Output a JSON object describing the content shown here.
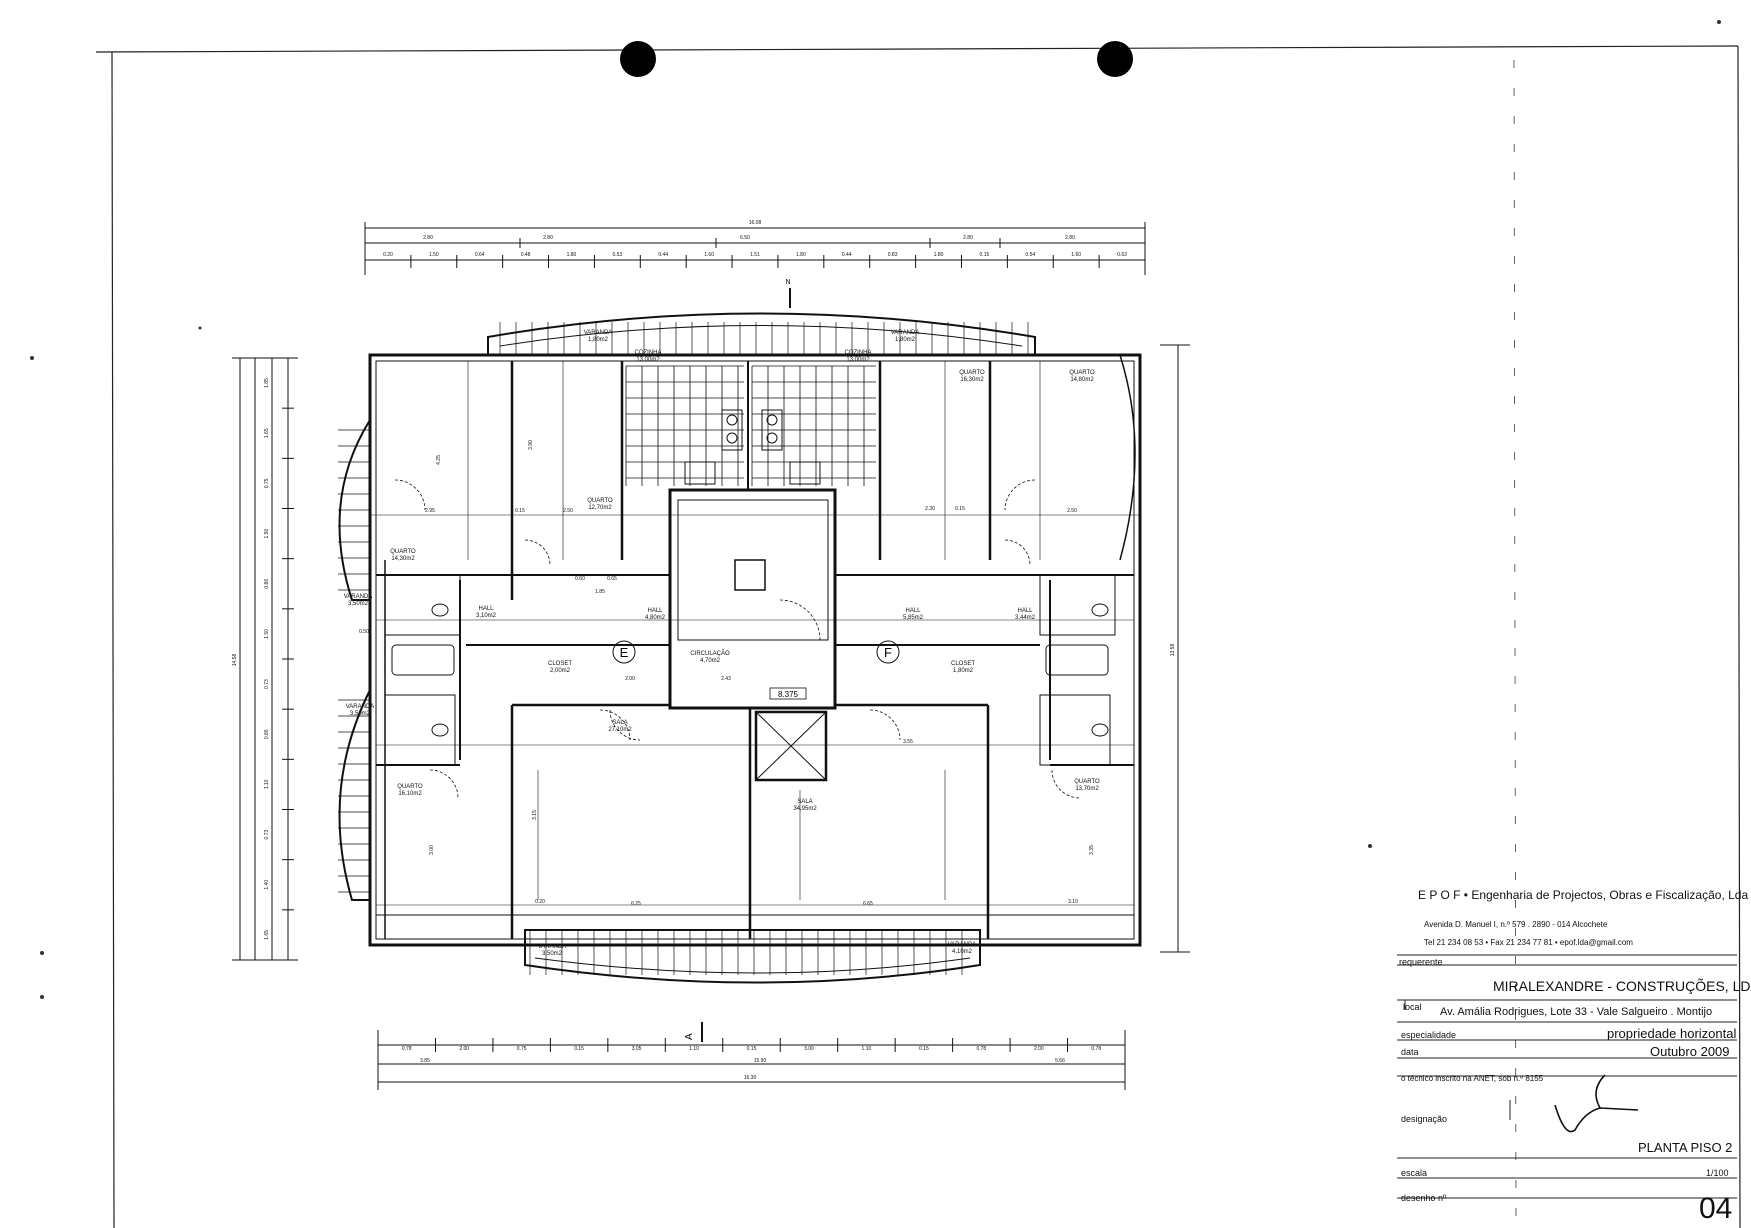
{
  "title_block": {
    "firm_line": "E P O F  •  Engenharia de Projectos, Obras e Fiscalização, Lda",
    "address_line": "Avenida D. Manuel I, n.º 579 . 2890 - 014 Alcochete",
    "contact_line": "Tel 21 234 08 53 • Fax 21 234 77 81 • epof.lda@gmail.com",
    "requerente_label": "requerente",
    "requerente": "MIRALEXANDRE - CONSTRUÇÕES, LDA",
    "local_label": "local",
    "local": "Av. Amália Rodrigues, Lote 33 - Vale Salgueiro . Montijo",
    "especialidade_label": "especialidade",
    "especialidade": "propriedade horizontal",
    "data_label": "data",
    "data": "Outubro 2009",
    "tecnico": "o técnico inscrito na ANET, sob n.º 8155",
    "designacao_label": "designação",
    "designacao": "PLANTA PISO 2",
    "escala_label": "escala",
    "escala": "1/100",
    "desenho_label": "desenho nº",
    "desenho": "04"
  },
  "plan": {
    "north": "N",
    "unit_e": "E",
    "unit_f": "F",
    "cut_label": "A",
    "level": "8.375",
    "rooms": [
      {
        "name": "VARANDA",
        "area": "1,80m2"
      },
      {
        "name": "COZINHA",
        "area": "13,00m2"
      },
      {
        "name": "COZINHA",
        "area": "13,00m2"
      },
      {
        "name": "VARANDA",
        "area": "1,80m2"
      },
      {
        "name": "QUARTO",
        "area": "16,30m2"
      },
      {
        "name": "QUARTO",
        "area": "14,80m2"
      },
      {
        "name": "QUARTO",
        "area": "12,70m2"
      },
      {
        "name": "QUARTO",
        "area": "14,30m2"
      },
      {
        "name": "VARANDA",
        "area": "3,50m2"
      },
      {
        "name": "HALL",
        "area": "3,10m2"
      },
      {
        "name": "HALL",
        "area": "4,80m2"
      },
      {
        "name": "HALL",
        "area": "5,85m2"
      },
      {
        "name": "HALL",
        "area": "3,44m2"
      },
      {
        "name": "CLOSET",
        "area": "2,00m2"
      },
      {
        "name": "CIRCULAÇÃO",
        "area": "4,70m2"
      },
      {
        "name": "CLOSET",
        "area": "1,80m2"
      },
      {
        "name": "VARANDA",
        "area": "3,50m2"
      },
      {
        "name": "SALA",
        "area": "27,10m2"
      },
      {
        "name": "SALA",
        "area": "34,95m2"
      },
      {
        "name": "QUARTO",
        "area": "16,10m2"
      },
      {
        "name": "QUARTO",
        "area": "13,70m2"
      },
      {
        "name": "VARANDA",
        "area": "3,50m2"
      },
      {
        "name": "VARANDA",
        "area": "4,10m2"
      }
    ],
    "dim_top_overall": "16.08",
    "dim_top_row2": [
      "2.80",
      "2.80",
      "6.50",
      "2.80",
      "2.80"
    ],
    "dim_top_row3": [
      "0.20",
      "1.50",
      "0.64",
      "0.48",
      "1.80",
      "0.53",
      "0.44",
      "1.60",
      "1.51",
      "1.80",
      "0.44",
      "0.83",
      "1.80",
      "0.15",
      "0.54",
      "1.60",
      "0.63"
    ],
    "dim_bottom_row1": [
      "0.78",
      "2.00",
      "0.75",
      "0.15",
      "3.05",
      "1.10",
      "0.15",
      "3.00",
      "1.10",
      "0.15",
      "0.78",
      "2.00",
      "0.78"
    ],
    "dim_bottom_row2": [
      "15.90",
      "3.85",
      "5.66"
    ],
    "dim_bottom_overall": "16.30",
    "dim_left_overall": "14.58",
    "dim_left_parts": [
      "1.85",
      "1.65",
      "0.75",
      "1.50",
      "0.86",
      "1.50",
      "0.73",
      "0.86",
      "1.10",
      "0.73",
      "1.40",
      "1.65"
    ],
    "dim_right_overall": "13.58",
    "interior_dims": [
      "4.25",
      "3.90",
      "2.95",
      "2.50",
      "0.15",
      "0.60",
      "0.65",
      "1.85",
      "2.00",
      "2.43",
      "2.30",
      "0.15",
      "3.55",
      "3.15",
      "3.00",
      "3.35",
      "6.25",
      "6.65",
      "3.10",
      "2.50",
      "0.20",
      "0.50"
    ]
  }
}
